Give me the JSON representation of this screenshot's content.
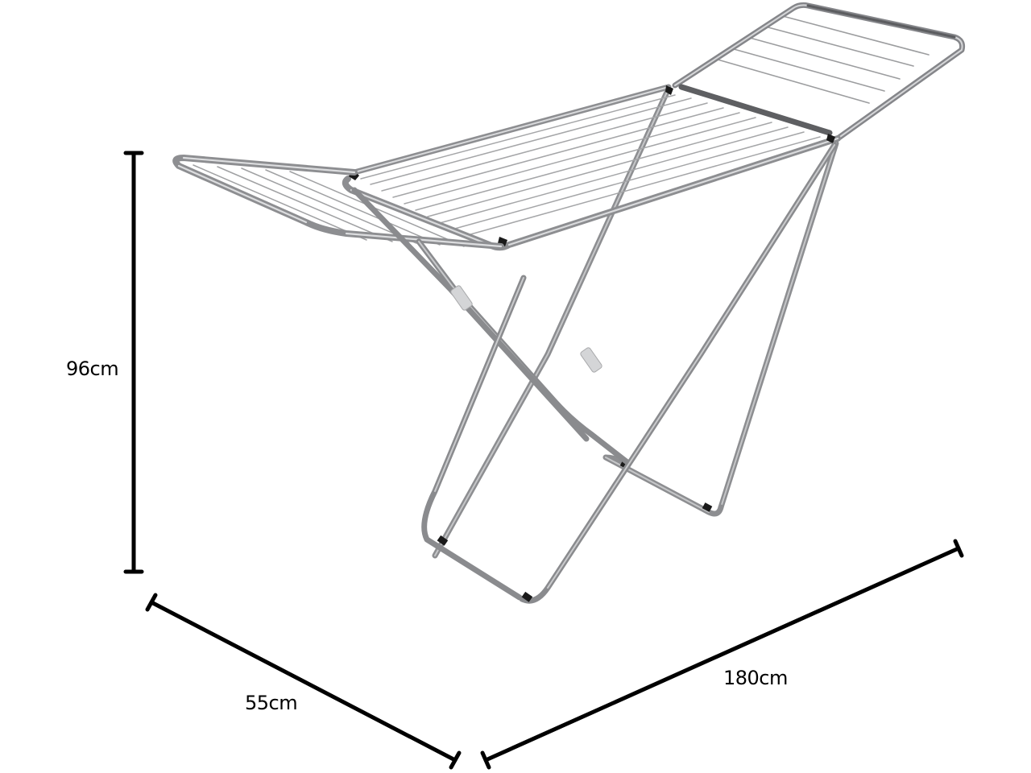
{
  "figure": {
    "subject": "folding clothes drying rack with wings",
    "colors": {
      "background": "#ffffff",
      "frame_tube": "#a7a8aa",
      "frame_tube_dark": "#6e6f72",
      "frame_highlight": "#d9dadc",
      "clothes_line": "#9c9d9f",
      "joint_cap": "#1a1a1a",
      "dimension_line": "#000000"
    },
    "icons": {
      "drying-rack": "drying-rack-illustration",
      "dimension-marker": "I-beam end marker"
    }
  },
  "dimensions": {
    "height": {
      "label": "96cm",
      "value": 96,
      "unit": "cm"
    },
    "depth": {
      "label": "55cm",
      "value": 55,
      "unit": "cm"
    },
    "width": {
      "label": "180cm",
      "value": 180,
      "unit": "cm"
    }
  }
}
